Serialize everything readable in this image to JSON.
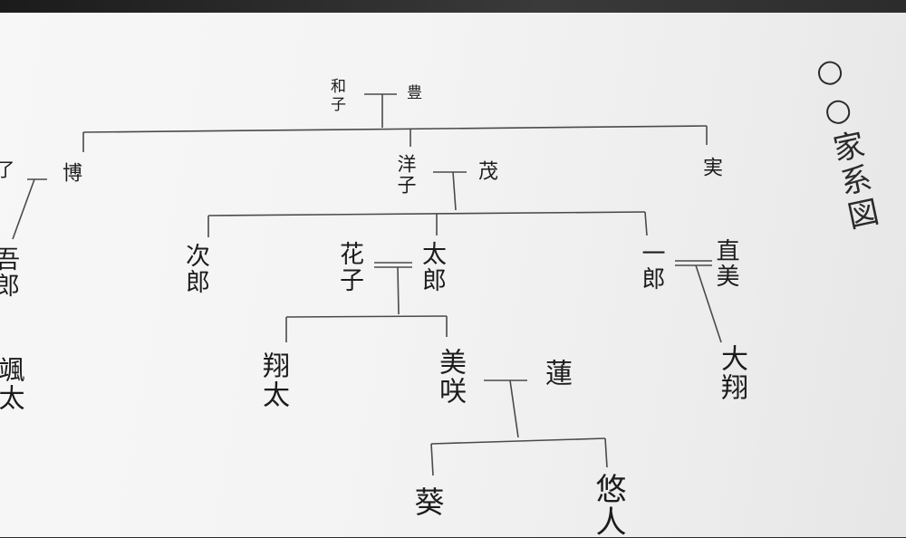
{
  "title": "○○家系図",
  "people": {
    "kazuko": "和子",
    "yutaka": "豊",
    "hiroshi": "博",
    "hiroshi_wife": "了",
    "goro": "吾郎",
    "sota": "颯太",
    "yoko": "洋子",
    "shigeru": "茂",
    "minoru": "実",
    "jiro": "次郎",
    "hanako": "花子",
    "taro": "太郎",
    "ichiro": "一郎",
    "naomi": "直美",
    "shota": "翔太",
    "misaki": "美咲",
    "ren": "蓮",
    "daisho": "大翔",
    "aoi": "葵",
    "yuto": "悠人"
  }
}
